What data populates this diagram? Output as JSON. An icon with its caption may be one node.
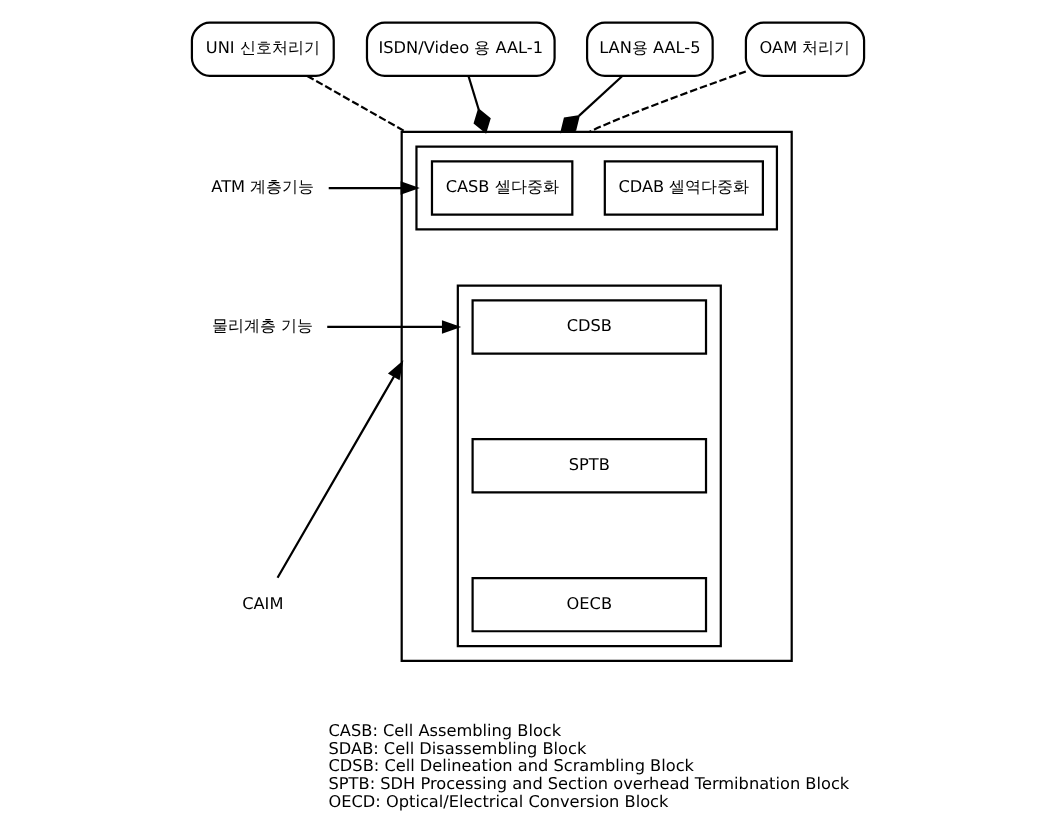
{
  "diagram": {
    "nodes": [
      {
        "text": [
          "UNI 신호처리기"
        ]
      },
      {
        "text": [
          "ISDN/Video 용 AAL-1"
        ]
      },
      {
        "text": [
          "LAN용 AAL-5"
        ]
      },
      {
        "text": [
          "OAM 처리기"
        ]
      },
      {
        "text": [],
        "shape": "box"
      },
      {
        "text": [],
        "shape": "box",
        "in": 4
      },
      {
        "text": [
          "CASB 셀다중화"
        ],
        "in": 5
      },
      {
        "text": [
          "CDAB 셀역다중화"
        ],
        "in": 5
      },
      {
        "text": [
          "ATM 계층기능"
        ]
      },
      {
        "text": [],
        "shape": "box",
        "in": 4
      },
      {
        "text": [
          "CDSB"
        ],
        "in": 9
      },
      {
        "text": [
          "SPTB"
        ],
        "in": 9
      },
      {
        "text": [
          "OECB"
        ],
        "in": 9
      },
      {
        "text": [
          "물리계층 기능"
        ]
      },
      {
        "text": [
          "CAIM"
        ]
      }
    ],
    "edges": [
      {
        "from": 0,
        "to": 4,
        "arrow": "none",
        "style": "dashed"
      },
      {
        "from": 1,
        "to": 4,
        "arrow": "other"
      },
      {
        "from": 2,
        "to": 4,
        "arrow": "other"
      },
      {
        "from": 3,
        "to": 4,
        "arrow": "none",
        "style": "dashed"
      },
      {
        "from": 8,
        "to": 5,
        "arrow": "to"
      },
      {
        "from": 13,
        "to": 9,
        "arrow": "to"
      },
      {
        "from": 14,
        "to": 4,
        "arrow": "to"
      }
    ],
    "labels": [
      "CASB: Cell Assembling Block",
      "SDAB: Cell Disassembling Block",
      "CDSB: Cell Delineation and Scrambling Block",
      "SPTB: SDH Processing and Section overhead Termibnation Block",
      "OECD: Optical/Electrical Conversion Block"
    ]
  }
}
